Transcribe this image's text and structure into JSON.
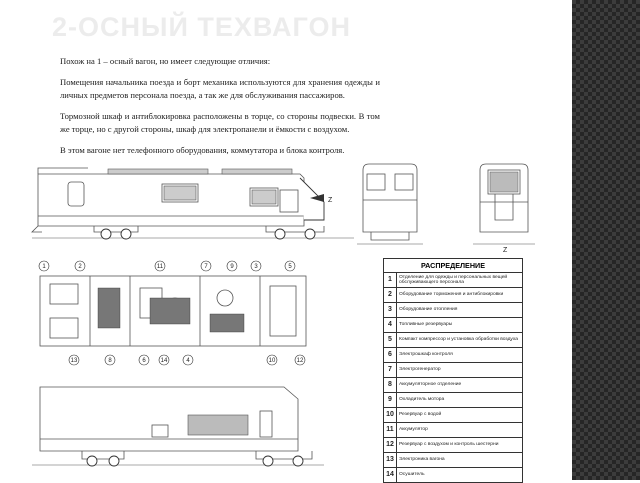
{
  "slide": {
    "title": "2-ОСНЫЙ ТЕХВАГОН",
    "paragraphs": [
      "Похож на 1 – осный вагон, но имеет следующие отличия:",
      "Помещения начальника поезда и борт механика используются для хранения одежды и личных предметов персонала поезда, а так же для обслуживания пассажиров.",
      "Тормозной шкаф и антиблокировка расположены в торце, со стороны подвески. В том же торце, но с другой стороны, шкаф для электропанели и ёмкости с воздухом.",
      "В этом вагоне нет телефонного оборудования, коммутатора и блока контроля."
    ]
  },
  "drawings": {
    "side_view_marker": "Z",
    "end_view_marker": "Z",
    "callouts_top": [
      "1",
      "2",
      "11",
      "7",
      "9",
      "3",
      "5"
    ],
    "callouts_bottom": [
      "13",
      "8",
      "6",
      "14",
      "4",
      "10",
      "12"
    ]
  },
  "table": {
    "title": "РАСПРЕДЕЛЕНИЕ",
    "rows": [
      {
        "num": "1",
        "text": "Отделение для одежды и персональных вещей обслуживающего персонала"
      },
      {
        "num": "2",
        "text": "Оборудование торможения и антиблокировки"
      },
      {
        "num": "3",
        "text": "Оборудование отопления"
      },
      {
        "num": "4",
        "text": "Топливные резервуары"
      },
      {
        "num": "5",
        "text": "Компакт компрессор и установка обработки воздуха"
      },
      {
        "num": "6",
        "text": "Электрошкаф контроля"
      },
      {
        "num": "7",
        "text": "Электрогенератор"
      },
      {
        "num": "8",
        "text": "Аккумуляторное отделение"
      },
      {
        "num": "9",
        "text": "Охладитель мотора"
      },
      {
        "num": "10",
        "text": "Резервуар с водой"
      },
      {
        "num": "11",
        "text": "Аккумулятор"
      },
      {
        "num": "12",
        "text": "Резервуар с воздухом и контроль шестерни"
      },
      {
        "num": "13",
        "text": "Электроника вагона"
      },
      {
        "num": "14",
        "text": "Осушитель"
      }
    ]
  }
}
